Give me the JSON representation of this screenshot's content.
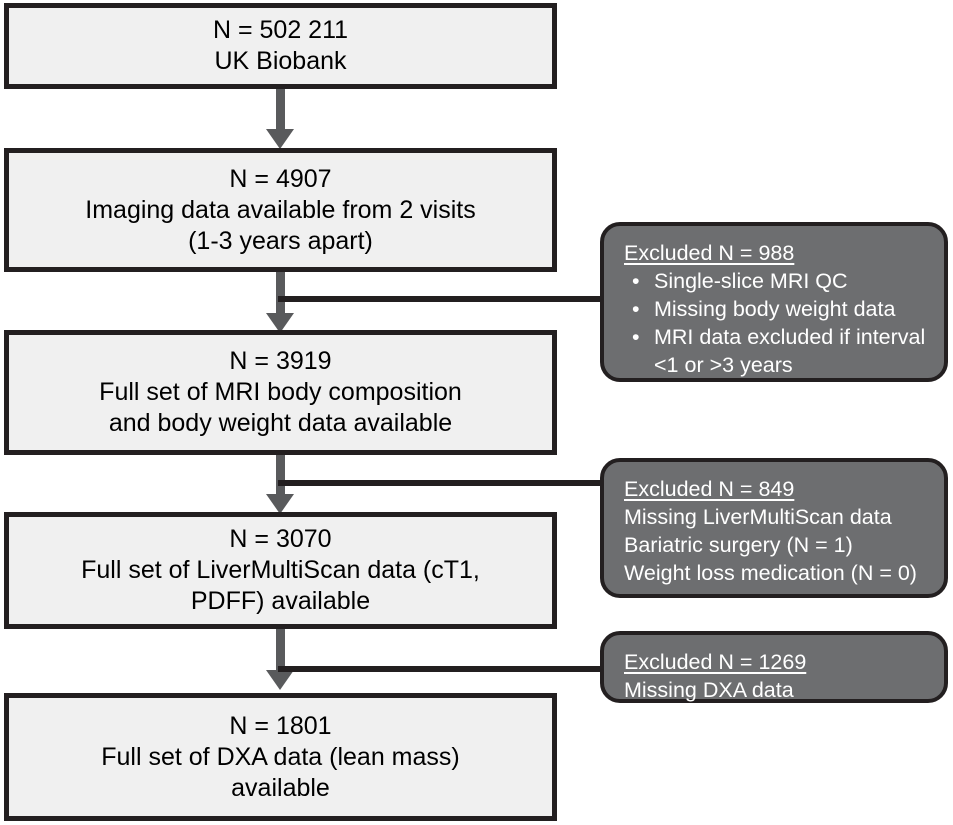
{
  "diagram": {
    "title": "UK Biobank study participant selection flowchart",
    "type": "flowchart",
    "colors": {
      "box_fill": "#f0f0f0",
      "box_border": "#231f20",
      "exclusion_fill": "#6d6e70",
      "exclusion_text": "#ffffff",
      "arrow": "#595a5c",
      "connector": "#231f20",
      "text": "#000000"
    }
  },
  "boxes": [
    {
      "id": "cohort-1",
      "count_label": "N = 502 211",
      "lines": [
        "N = 502 211",
        "UK Biobank"
      ]
    },
    {
      "id": "cohort-2",
      "count_label": "N = 4907",
      "lines": [
        "N = 4907",
        "Imaging data available from 2 visits",
        "(1-3 years apart)"
      ]
    },
    {
      "id": "cohort-3",
      "count_label": "N = 3919",
      "lines": [
        "N = 3919",
        "Full set of MRI body composition",
        "and body weight data available"
      ]
    },
    {
      "id": "cohort-4",
      "count_label": "N = 3070",
      "lines": [
        "N = 3070",
        "Full set of LiverMultiScan data (cT1,",
        "PDFF) available"
      ]
    },
    {
      "id": "cohort-5",
      "count_label": "N = 1801",
      "lines": [
        "N = 1801",
        "Full set of DXA data (lean mass)",
        "available"
      ]
    }
  ],
  "exclusions": [
    {
      "id": "exclusion-1",
      "title": "Excluded N = 988",
      "style": "bulleted",
      "items": [
        {
          "text": "Single-slice MRI QC",
          "continuation": ""
        },
        {
          "text": "Missing body weight data",
          "continuation": ""
        },
        {
          "text": "MRI data excluded if interval",
          "continuation": "<1 or >3 years"
        }
      ]
    },
    {
      "id": "exclusion-2",
      "title": "Excluded N = 849",
      "style": "plain",
      "items": [
        {
          "text": "Missing LiverMultiScan data",
          "continuation": ""
        },
        {
          "text": "Bariatric surgery (N = 1)",
          "continuation": ""
        },
        {
          "text": "Weight loss medication (N = 0)",
          "continuation": ""
        }
      ]
    },
    {
      "id": "exclusion-3",
      "title": "Excluded N = 1269",
      "style": "plain",
      "items": [
        {
          "text": "Missing DXA data",
          "continuation": ""
        }
      ]
    }
  ]
}
